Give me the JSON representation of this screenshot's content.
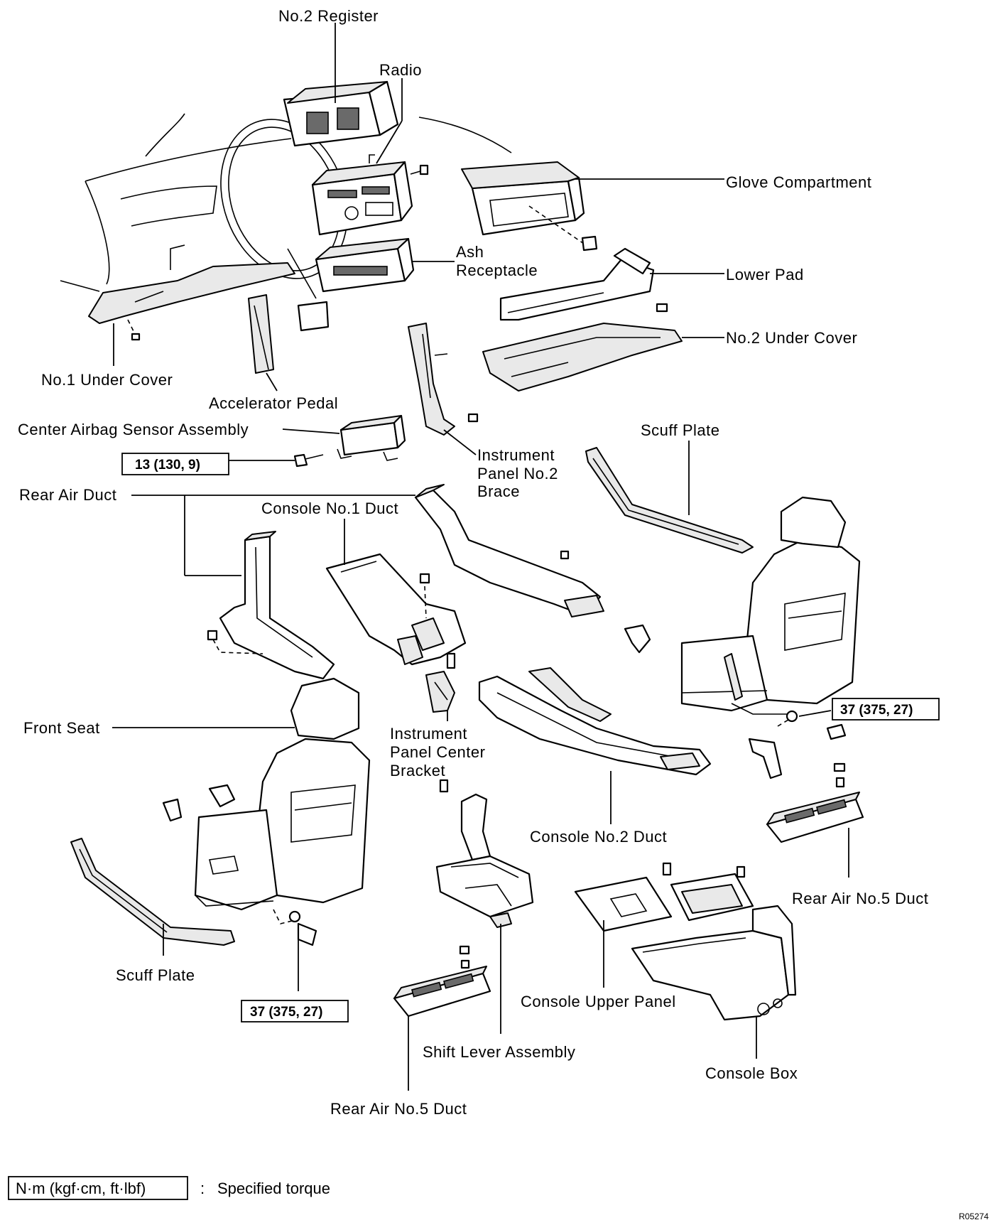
{
  "labels": {
    "no2_register": "No.2 Register",
    "radio": "Radio",
    "glove_compartment": "Glove Compartment",
    "ash_receptacle_1": "Ash",
    "ash_receptacle_2": "Receptacle",
    "lower_pad": "Lower Pad",
    "no2_under_cover": "No.2 Under Cover",
    "no1_under_cover": "No.1 Under Cover",
    "accelerator_pedal": "Accelerator Pedal",
    "center_airbag_sensor": "Center Airbag Sensor Assembly",
    "instrument_panel_brace_1": "Instrument",
    "instrument_panel_brace_2": "Panel No.2",
    "instrument_panel_brace_3": "Brace",
    "scuff_plate_top": "Scuff Plate",
    "rear_air_duct": "Rear Air Duct",
    "console_no1_duct": "Console No.1 Duct",
    "front_seat": "Front Seat",
    "ip_center_bracket_1": "Instrument",
    "ip_center_bracket_2": "Panel Center",
    "ip_center_bracket_3": "Bracket",
    "console_no2_duct": "Console No.2 Duct",
    "rear_air_no5_duct_right": "Rear Air No.5 Duct",
    "scuff_plate_bottom": "Scuff Plate",
    "console_upper_panel": "Console Upper Panel",
    "shift_lever_assembly": "Shift Lever Assembly",
    "console_box": "Console Box",
    "rear_air_no5_duct_bottom": "Rear Air No.5 Duct"
  },
  "torque": {
    "airbag_sensor": "13 (130, 9)",
    "right_seat": "37 (375, 27)",
    "left_seat": "37 (375, 27)"
  },
  "legend": {
    "units": "N·m (kgf·cm, ft·lbf)",
    "separator": ":",
    "meaning": "Specified torque"
  },
  "figure_code": "R05274"
}
